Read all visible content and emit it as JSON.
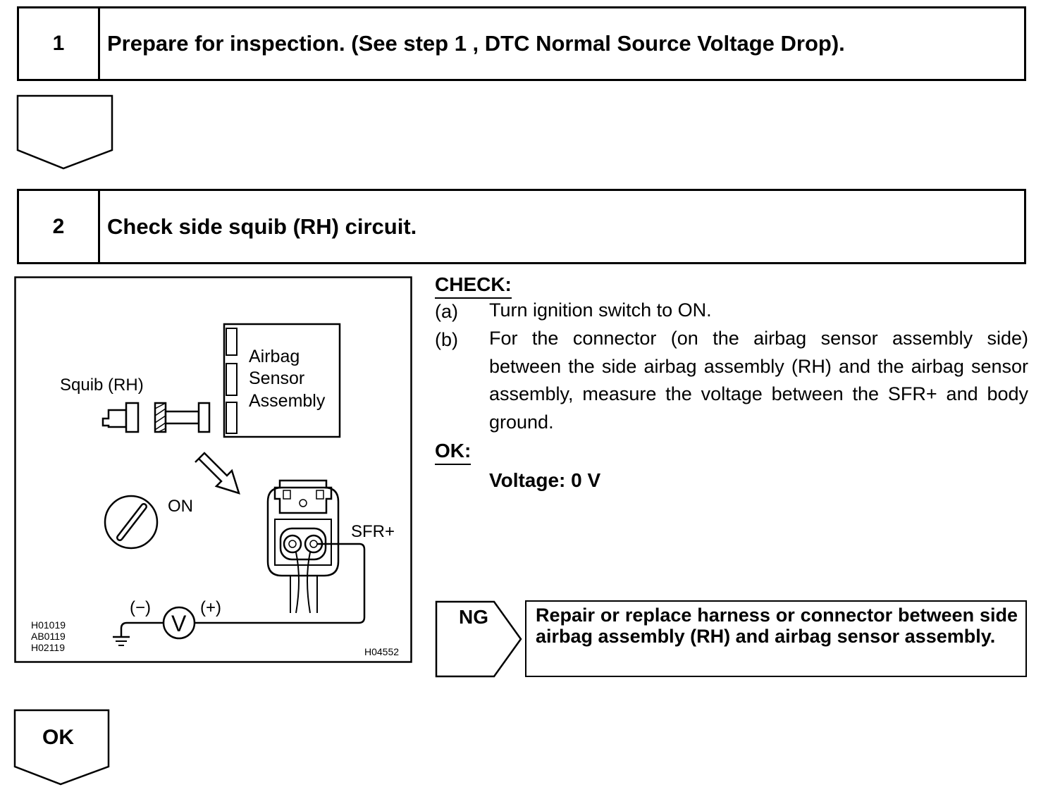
{
  "steps": [
    {
      "number": "1",
      "title": "Prepare for inspection. (See step 1 , DTC Normal Source Voltage Drop)."
    },
    {
      "number": "2",
      "title": "Check side squib (RH) circuit."
    }
  ],
  "diagram": {
    "squib_label": "Squib (RH)",
    "sensor_label_lines": [
      "Airbag",
      "Sensor",
      "Assembly"
    ],
    "on_label": "ON",
    "sfr_label": "SFR+",
    "minus_label": "(−)",
    "plus_label": "(+)",
    "voltmeter_symbol": "V",
    "ref_codes": [
      "H01019",
      "AB0119",
      "H02119"
    ],
    "figure_id": "H04552"
  },
  "check": {
    "heading": "CHECK:",
    "items": [
      {
        "label": "(a)",
        "text": "Turn ignition switch to ON."
      },
      {
        "label": "(b)",
        "text": "For the connector (on the airbag sensor assembly side) between the side airbag assembly (RH) and the airbag sensor assembly, measure the voltage between the SFR+ and body ground."
      }
    ],
    "ok_heading": "OK:",
    "ok_spec": "Voltage: 0 V"
  },
  "ng": {
    "label": "NG",
    "action": "Repair or replace harness or connector between side airbag assembly (RH) and airbag sensor assembly."
  },
  "ok_arrow_label": "OK"
}
